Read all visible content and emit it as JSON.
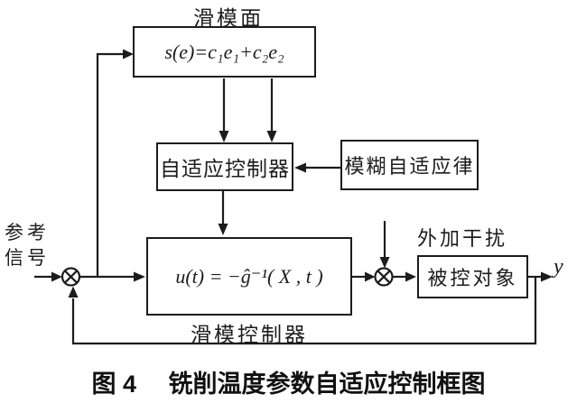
{
  "diagram": {
    "sliding_surface": {
      "title": "滑模面",
      "formula": "s(e)=c₁e₁+c₂e₂"
    },
    "adaptive_controller": {
      "label": "自适应控制器"
    },
    "fuzzy_adaptive_law": {
      "label": "模糊自适应律"
    },
    "sliding_mode_controller": {
      "formula": "u(t) = −ĝ⁻¹( X , t )",
      "label": "滑模控制器"
    },
    "plant": {
      "label": "被控对象"
    },
    "disturbance_label": "外加干扰",
    "reference_label_line1": "参考",
    "reference_label_line2": "信号",
    "output_label": "y"
  },
  "caption": {
    "number": "图 4",
    "title": "铣削温度参数自适应控制框图"
  },
  "colors": {
    "ink": "#1c1c1c",
    "background": "#ffffff"
  }
}
